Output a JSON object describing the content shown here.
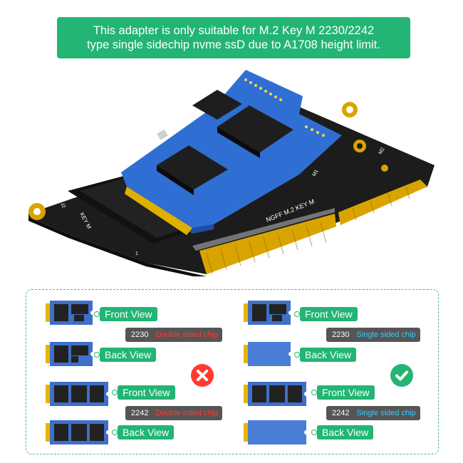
{
  "banner": {
    "line1": "This adapter is only suitable for M.2 Key M 2230/2242",
    "line2": "type single sidechip nvme ssD due to A1708 height limit."
  },
  "adapter_markings": {
    "ngff": "NGFF M.2 KEY M",
    "key": "KEY M",
    "m1": "M1",
    "m2": "M2",
    "pin1": "1",
    "j2": "J2"
  },
  "compare": {
    "left": {
      "front_label": "Front View",
      "back_label": "Back View",
      "front_label_2": "Front View",
      "back_label_2": "Back View",
      "tag1_size": "2230",
      "tag1_type": "Double sided chip",
      "tag2_size": "2242",
      "tag2_type": "Double sided chip",
      "type_color": "#ff3b30",
      "icon": "cross-icon"
    },
    "right": {
      "front_label": "Front View",
      "back_label": "Back View",
      "front_label_2": "Front View",
      "back_label_2": "Back View",
      "tag1_size": "2230",
      "tag1_type": "Single sided chip",
      "tag2_size": "2242",
      "tag2_type": "Single sided chip",
      "type_color": "#37c8ff",
      "icon": "check-icon"
    }
  },
  "colors": {
    "accent_green": "#22b573",
    "pcb_blue": "#2f6fd4",
    "gold": "#e8b400",
    "error_red": "#ff3b30"
  }
}
